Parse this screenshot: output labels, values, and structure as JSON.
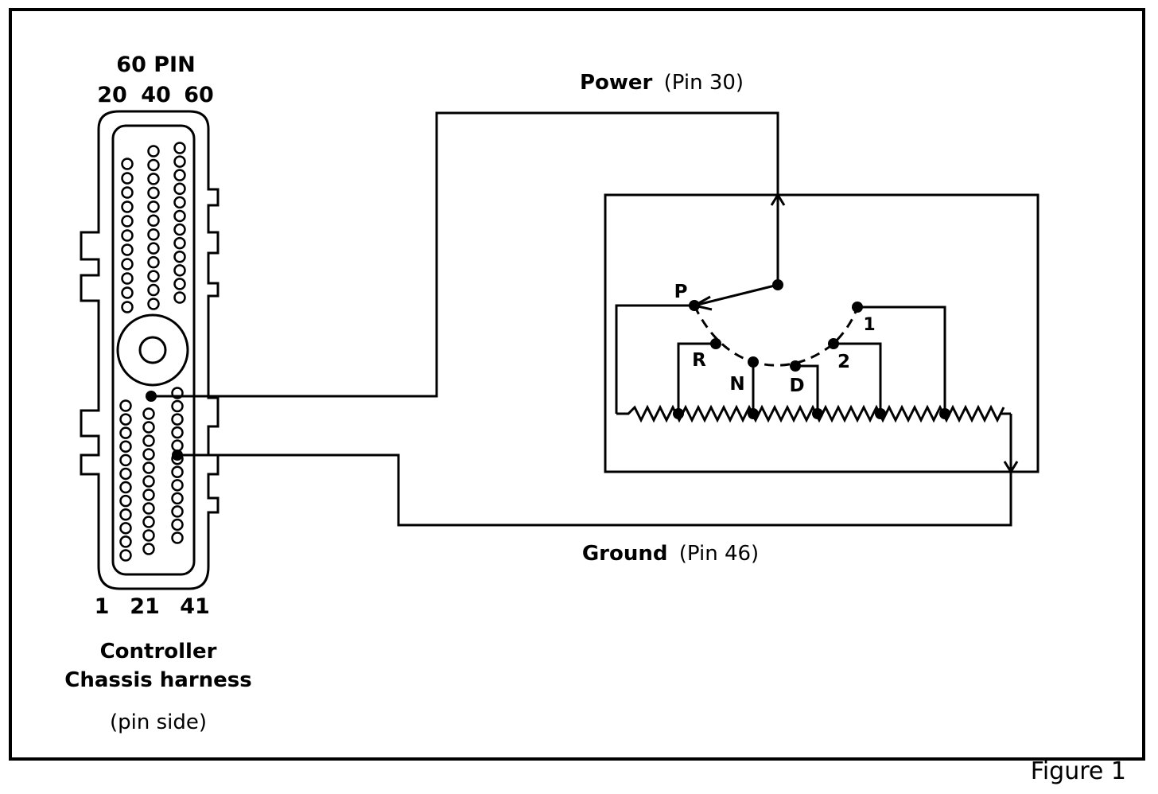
{
  "connector": {
    "title": "60 PIN",
    "top_pins": [
      "20",
      "40",
      "60"
    ],
    "bottom_pins": [
      "1",
      "21",
      "41"
    ],
    "name_line1": "Controller",
    "name_line2": "Chassis harness",
    "side_note": "(pin side)"
  },
  "power": {
    "label": "Power",
    "pin": "(Pin 30)"
  },
  "ground": {
    "label": "Ground",
    "pin": "(Pin 46)"
  },
  "switch_positions": [
    "P",
    "R",
    "N",
    "D",
    "2",
    "1"
  ],
  "figure_caption": "Figure 1"
}
